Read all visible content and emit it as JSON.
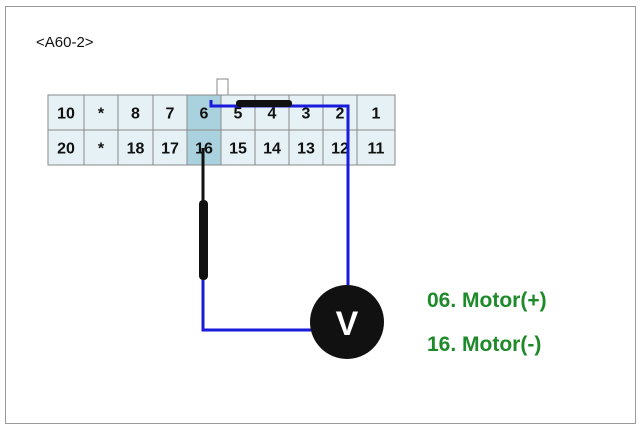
{
  "connector": {
    "label": "<A60-2>",
    "top_row": [
      "10",
      "*",
      "8",
      "7",
      "6",
      "5",
      "4",
      "3",
      "2",
      "1"
    ],
    "bottom_row": [
      "20",
      "*",
      "18",
      "17",
      "16",
      "15",
      "14",
      "13",
      "12",
      "11"
    ]
  },
  "meter": {
    "symbol": "V"
  },
  "legend": {
    "line_1": "06. Motor(+)",
    "line_2": "16. Motor(-)"
  },
  "colors": {
    "cell_fill": "#e6f1f5",
    "cell_highlight": "#a9d2de",
    "wire_positive": "#1a1adc",
    "wire_negative": "#111111",
    "legend_text": "#1e8a2a"
  },
  "icons": {
    "meter": "voltmeter-icon"
  }
}
